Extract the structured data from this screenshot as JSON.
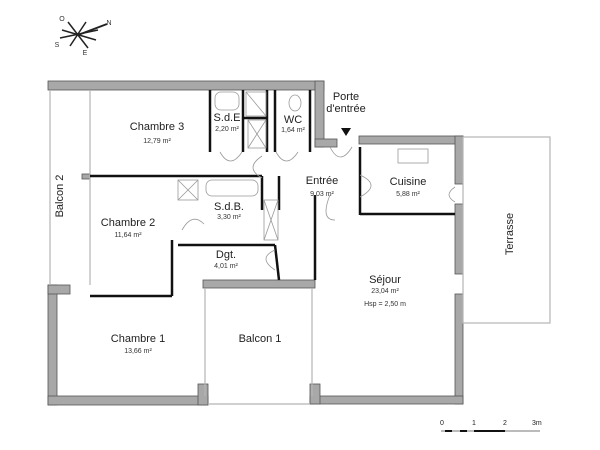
{
  "compass": {
    "labels": {
      "north": "N",
      "south": "S",
      "east": "E",
      "west": "O"
    }
  },
  "rooms": {
    "chambre3": {
      "name": "Chambre 3",
      "area": "12,79 m²"
    },
    "sde": {
      "name": "S.d.E",
      "area": "2,20 m²"
    },
    "wc": {
      "name": "WC",
      "area": "1,64 m²"
    },
    "entree": {
      "name": "Entrée",
      "area": "9,03 m²"
    },
    "cuisine": {
      "name": "Cuisine",
      "area": "5,88 m²"
    },
    "chambre2": {
      "name": "Chambre 2",
      "area": "11,64 m²"
    },
    "sdb": {
      "name": "S.d.B.",
      "area": "3,30 m²"
    },
    "dgt": {
      "name": "Dgt.",
      "area": "4,01 m²"
    },
    "sejour": {
      "name": "Séjour",
      "area": "23,04 m²",
      "height": "Hsp = 2,50 m"
    },
    "chambre1": {
      "name": "Chambre 1",
      "area": "13,66 m²"
    },
    "balcon1": {
      "name": "Balcon 1"
    },
    "balcon2": {
      "name": "Balcon 2"
    },
    "terrasse": {
      "name": "Terrasse"
    }
  },
  "entrance": {
    "line1": "Porte",
    "line2": "d'entrée"
  },
  "scale_bar": {
    "ticks": [
      "0",
      "1",
      "2",
      "3m"
    ]
  },
  "colors": {
    "wall": "#a8a8a8",
    "wall_stroke": "#555555",
    "partition": "#111111",
    "outline": "#b5b5b5"
  }
}
